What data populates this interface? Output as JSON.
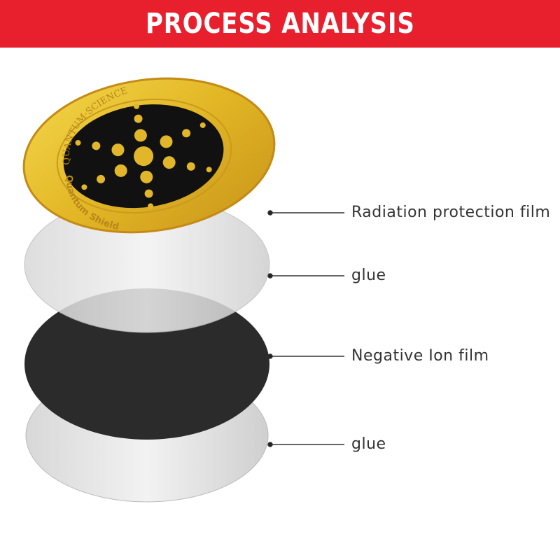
{
  "header": {
    "title": "PROCESS ANALYSIS"
  },
  "sticker": {
    "ring_text_top": "QUANTUM·SCIENCE",
    "ring_text_bottom": "Quantum Shield"
  },
  "layers": [
    {
      "label": "Radiation protection film"
    },
    {
      "label": "glue"
    },
    {
      "label": "Negative Ion film"
    },
    {
      "label": "glue"
    }
  ],
  "colors": {
    "header": "#e8202e",
    "gold": "#e0b62a",
    "black_film": "#2a2a2a"
  }
}
